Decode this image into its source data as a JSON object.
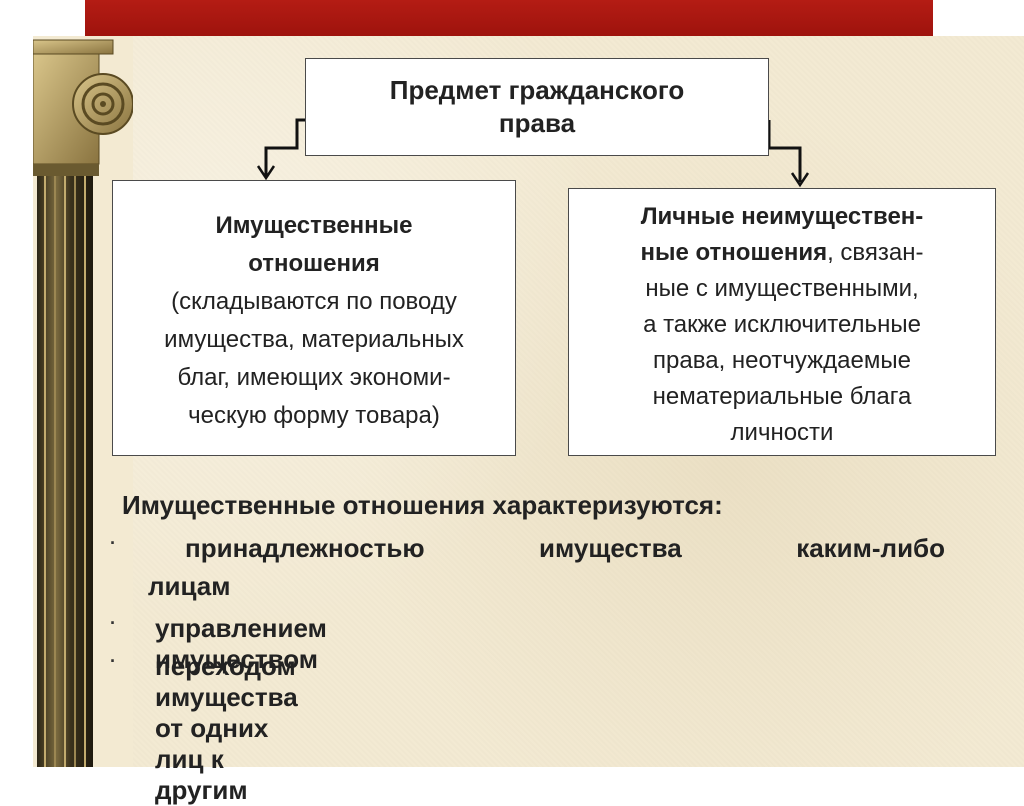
{
  "diagram": {
    "root": {
      "line1": "Предмет  гражданского",
      "line2": "права"
    },
    "left_box": {
      "title_line1": "Имущественные",
      "title_line2": "отношения",
      "body_lines": [
        "(складываются по поводу",
        "имущества, материальных",
        "благ, имеющих экономи-",
        "ческую форму товара)"
      ]
    },
    "right_box": {
      "bold_line1": "Личные неимуществен-",
      "bold_line2": "ные отношения",
      "line2_rest": ", связан-",
      "body_lines": [
        "ные с имущественными,",
        "а также  исключительные",
        "права, неотчуждаемые",
        "нематериальные блага",
        "личности"
      ]
    }
  },
  "characteristics": {
    "heading": "Имущественные отношения характеризуются:",
    "bullet_symbol": "·",
    "item1_words": [
      "принадлежностью",
      "имущества",
      "каким-либо"
    ],
    "item1_line2": "лицам",
    "item2": "управлением имуществом",
    "item3": "переходом имущества от одних лиц к другим"
  },
  "colors": {
    "top_bar": "#b41c14",
    "background": "#f3ead2",
    "column": "#3a3320"
  }
}
